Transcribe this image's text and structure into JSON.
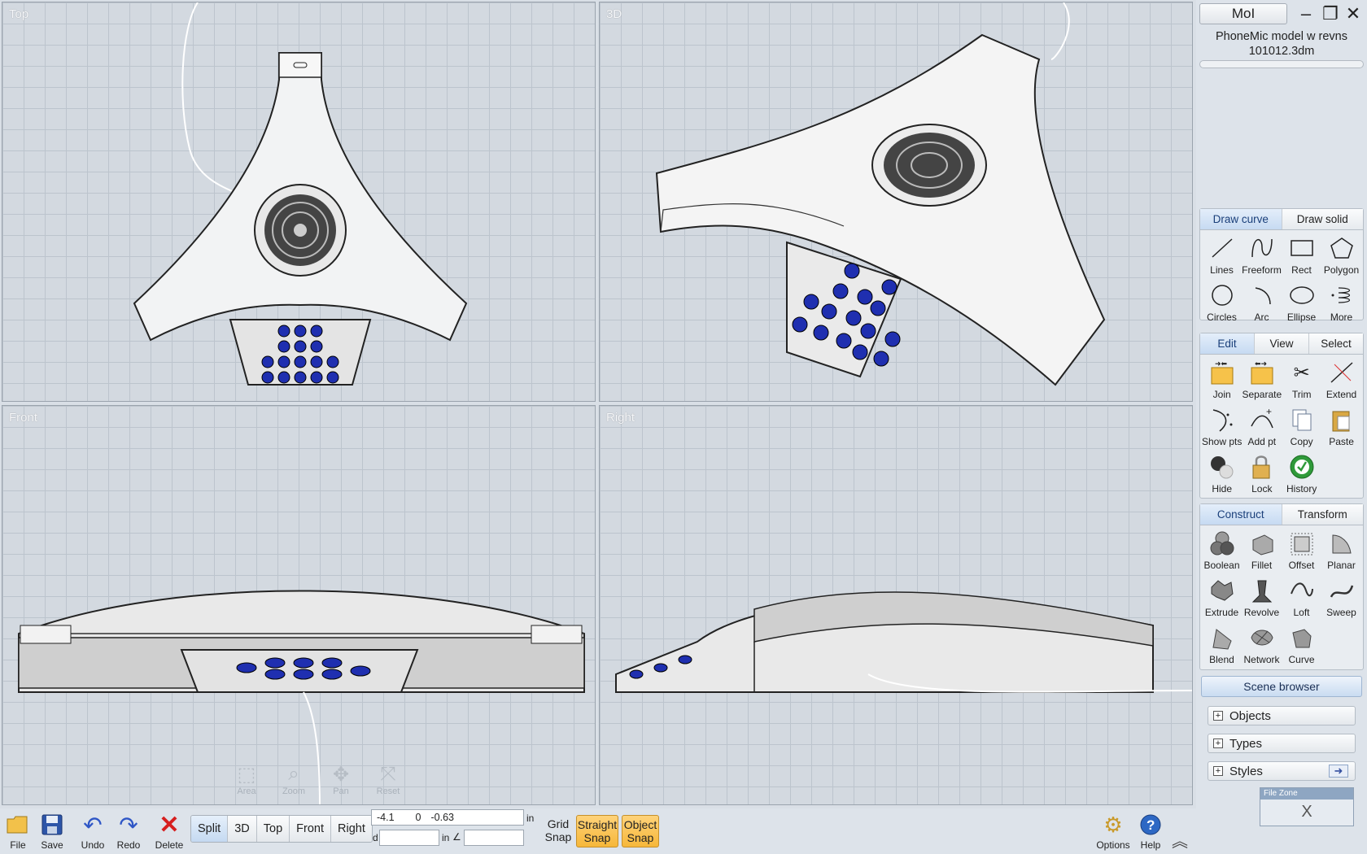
{
  "viewports": {
    "top": "Top",
    "threeD": "3D",
    "front": "Front",
    "right": "Right"
  },
  "nav": {
    "area": "Area",
    "zoom": "Zoom",
    "pan": "Pan",
    "reset": "Reset"
  },
  "app": {
    "title": "MoI",
    "file_line1": "PhoneMic model w revns",
    "file_line2": "101012.3dm"
  },
  "draw_tabs": {
    "curve": "Draw curve",
    "solid": "Draw solid"
  },
  "draw_tools": [
    "Lines",
    "Freeform",
    "Rect",
    "Polygon",
    "Circles",
    "Arc",
    "Ellipse",
    "More"
  ],
  "edit_tabs": {
    "edit": "Edit",
    "view": "View",
    "select": "Select"
  },
  "edit_tools": [
    "Join",
    "Separate",
    "Trim",
    "Extend",
    "Show pts",
    "Add pt",
    "Copy",
    "Paste",
    "Hide",
    "Lock",
    "History"
  ],
  "construct_tabs": {
    "construct": "Construct",
    "transform": "Transform"
  },
  "construct_tools": [
    "Boolean",
    "Fillet",
    "Offset",
    "Planar",
    "Extrude",
    "Revolve",
    "Loft",
    "Sweep",
    "Blend",
    "Network",
    "Curve"
  ],
  "scene": {
    "browser": "Scene browser",
    "objects": "Objects",
    "types": "Types",
    "styles": "Styles"
  },
  "file_zone": {
    "title": "File Zone",
    "close": "X"
  },
  "toolbar": {
    "file": "File",
    "save": "Save",
    "undo": "Undo",
    "redo": "Redo",
    "delete": "Delete",
    "views": [
      "Split",
      "3D",
      "Top",
      "Front",
      "Right"
    ],
    "coord_x": "-4.1",
    "coord_y": "0",
    "coord_z": "-0.63",
    "unit": "in",
    "d_label": "d",
    "angle_label": "∠",
    "grid_snap_1": "Grid",
    "grid_snap_2": "Snap",
    "straight_1": "Straight",
    "straight_2": "Snap",
    "object_1": "Object",
    "object_2": "Snap",
    "options": "Options",
    "help": "Help"
  },
  "colors": {
    "accent_orange": "#f6b73a",
    "tab_active": "#c6daf2",
    "key_blue": "#1f2fb0"
  }
}
